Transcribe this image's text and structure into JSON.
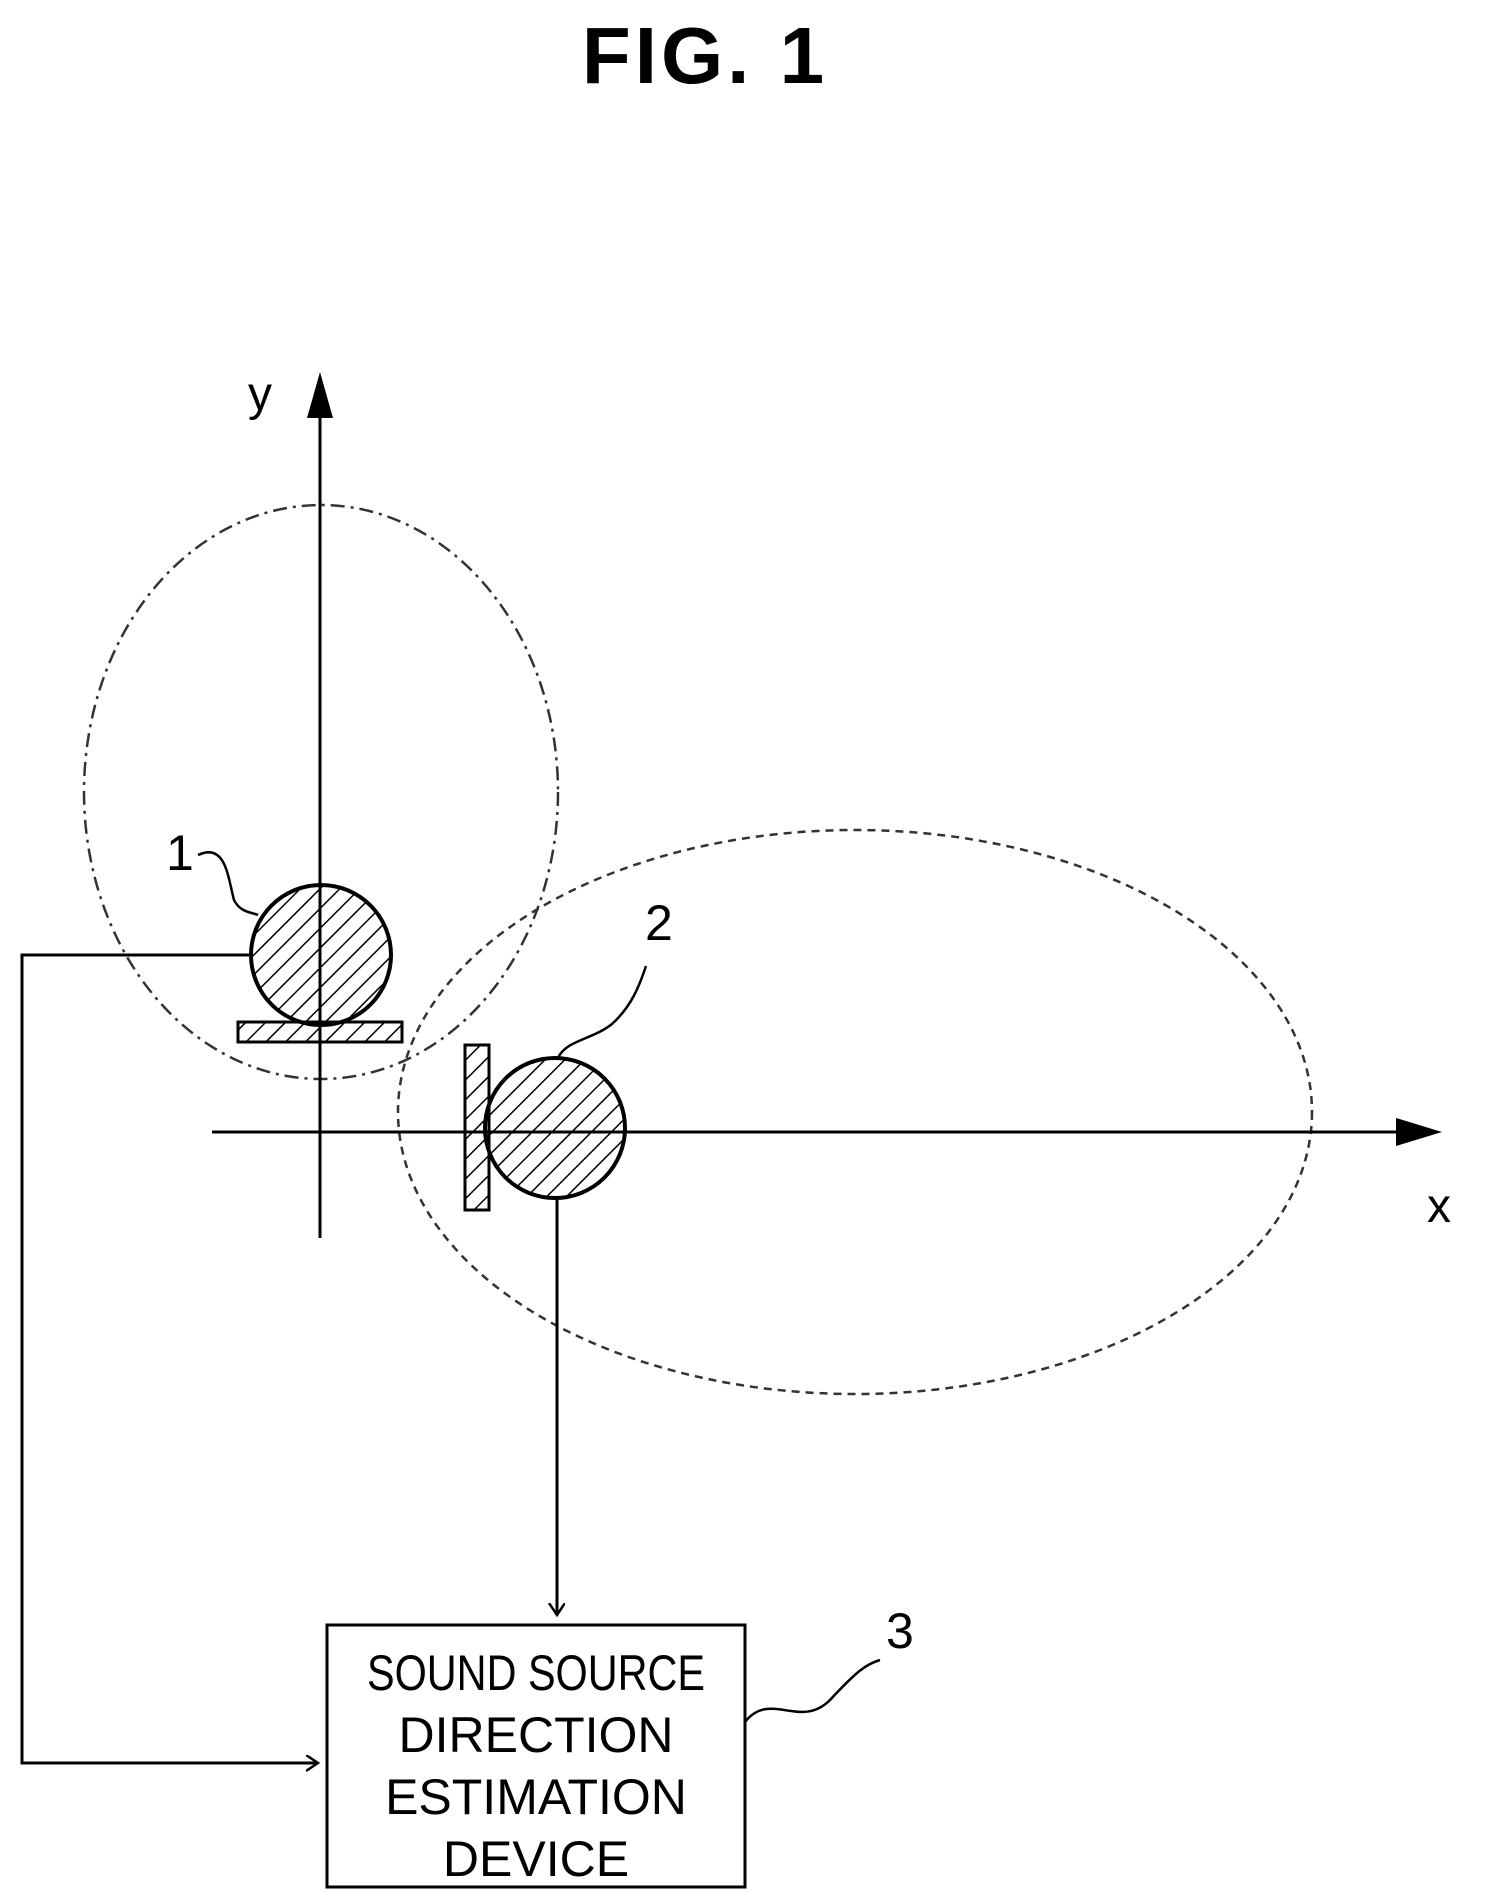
{
  "figure": {
    "title": "FIG. 1"
  },
  "axes": {
    "x_label": "x",
    "y_label": "y"
  },
  "elements": {
    "mic1_label": "1",
    "mic2_label": "2",
    "device_label": "3"
  },
  "device_box": {
    "lines": [
      "SOUND SOURCE",
      "DIRECTION",
      "ESTIMATION",
      "DEVICE"
    ]
  }
}
